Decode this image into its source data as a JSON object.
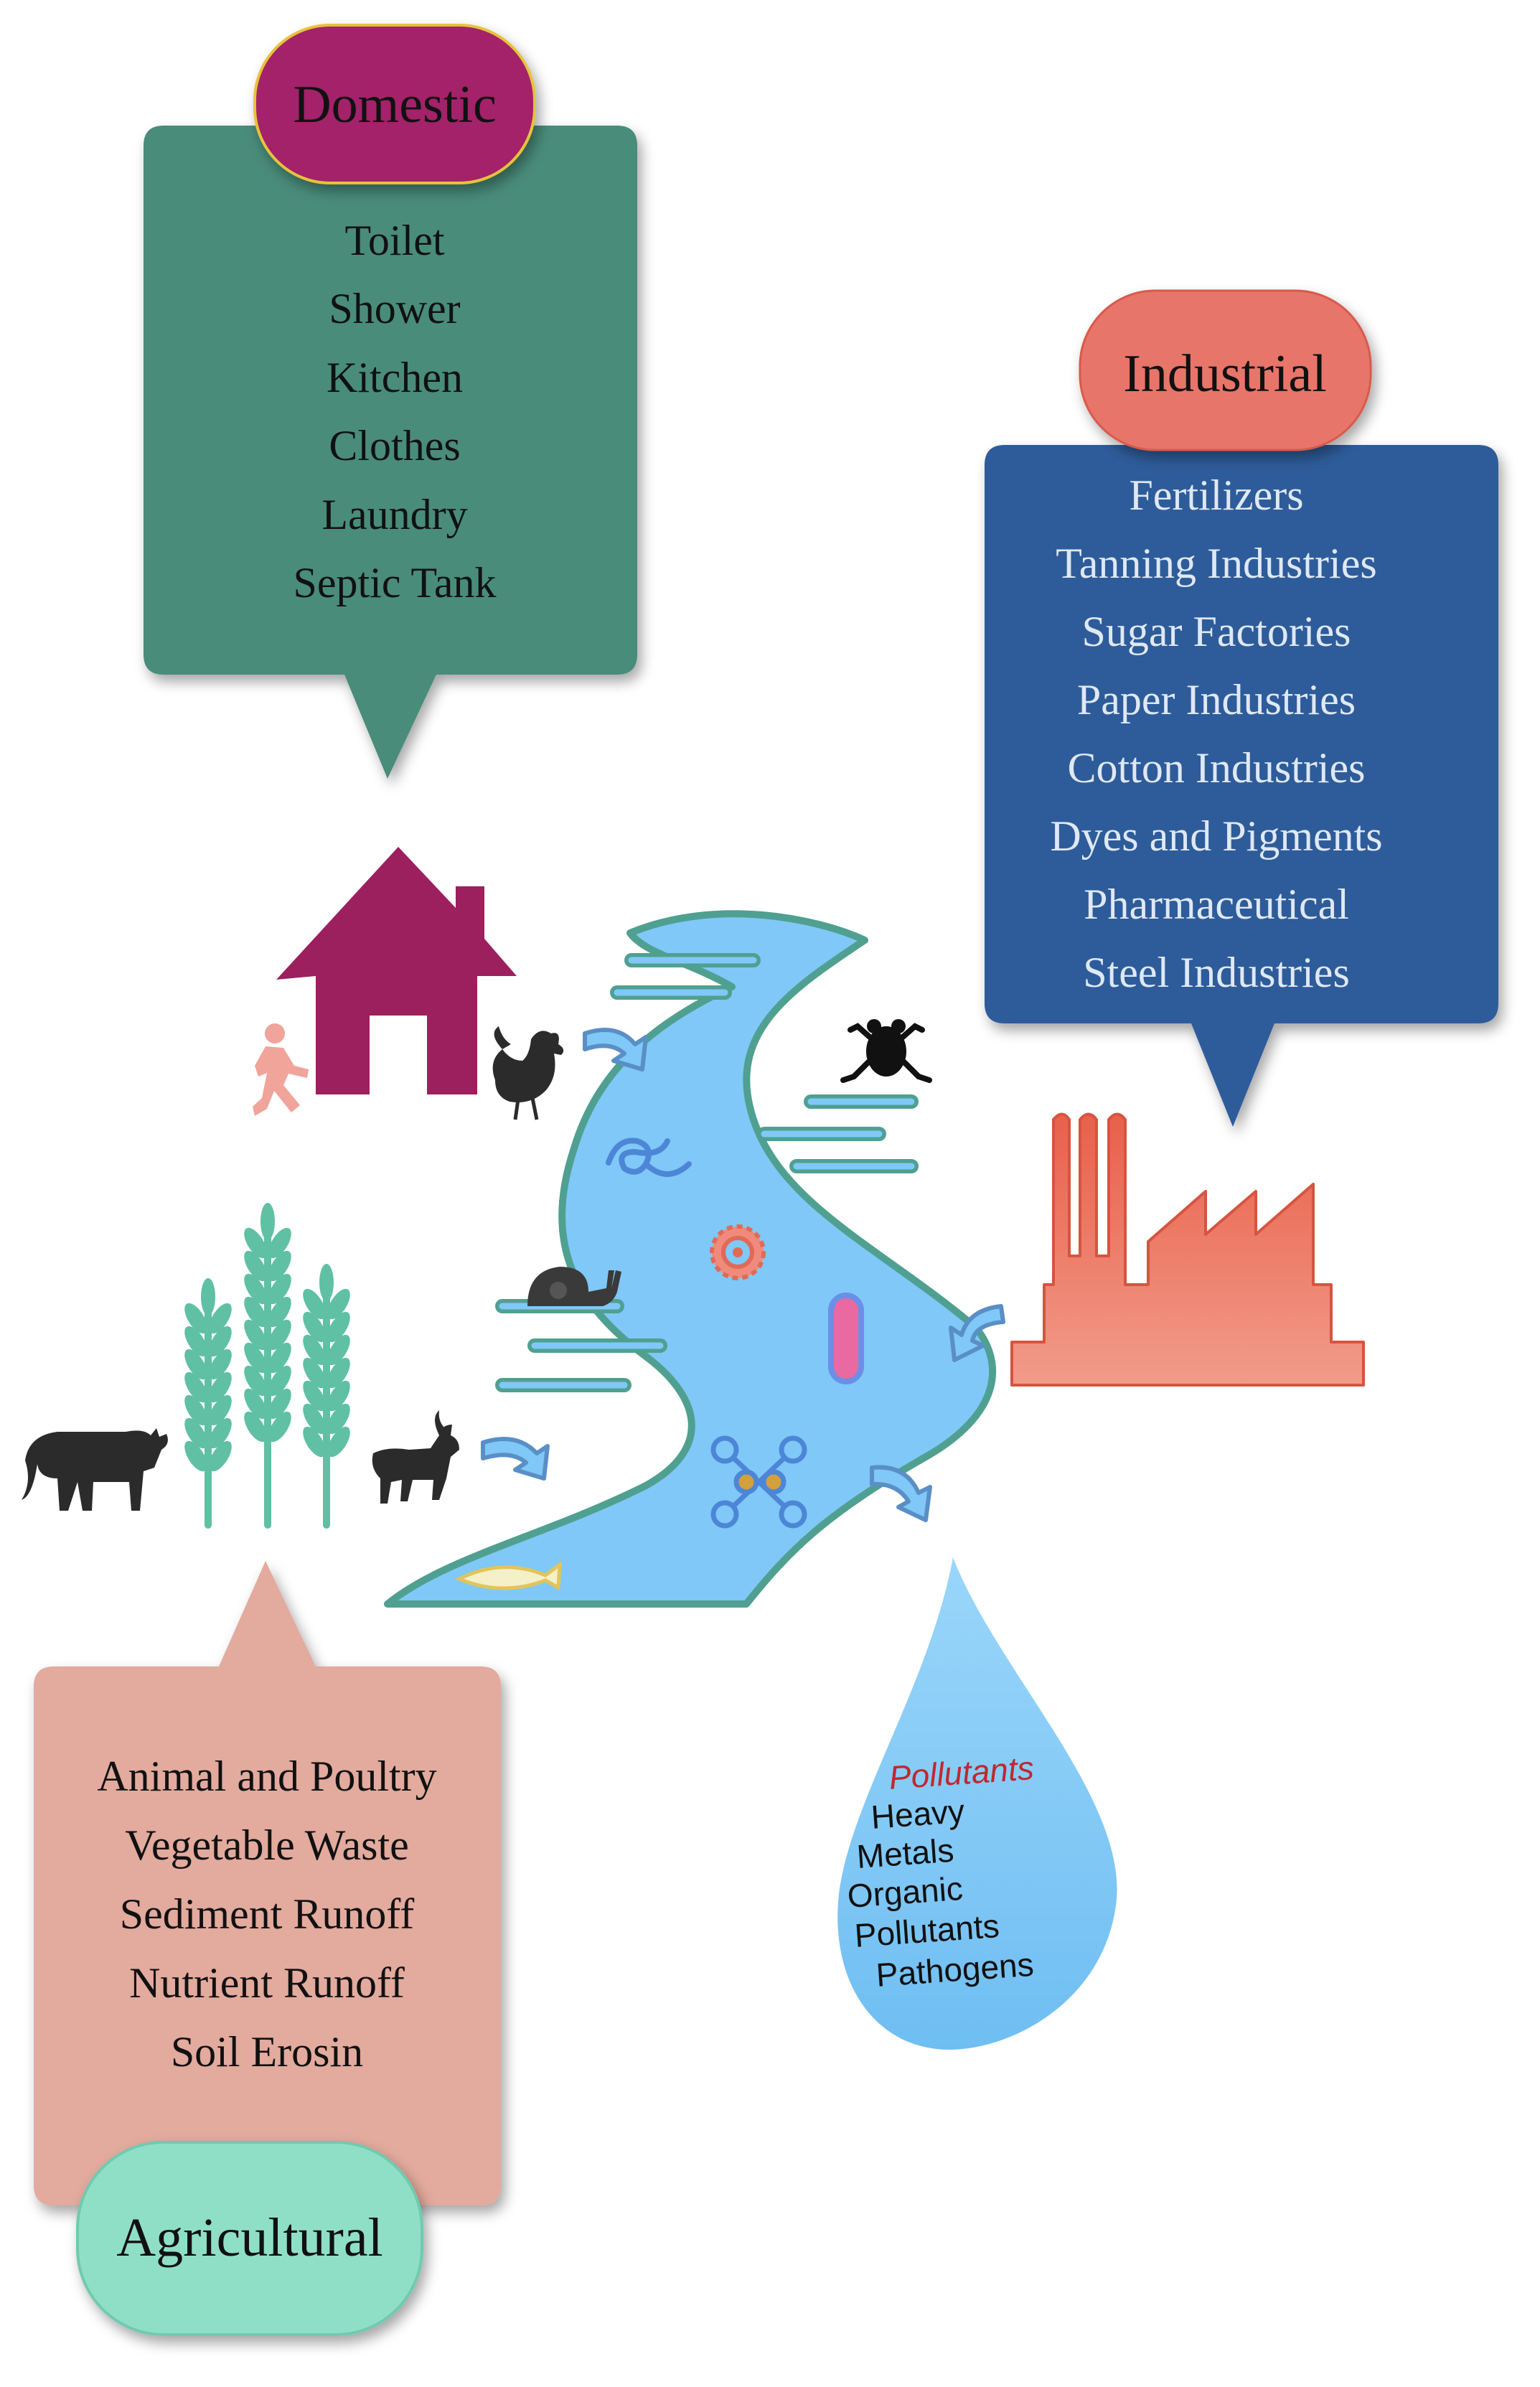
{
  "domestic": {
    "title": "Domestic",
    "items": [
      "Toilet",
      "Shower",
      "Kitchen",
      "Clothes",
      "Laundry",
      "Septic Tank"
    ]
  },
  "industrial": {
    "title": "Industrial",
    "items": [
      "Fertilizers",
      "Tanning Industries",
      "Sugar Factories",
      "Paper Industries",
      "Cotton Industries",
      "Dyes and Pigments",
      "Pharmaceutical",
      "Steel Industries"
    ]
  },
  "agricultural": {
    "title": "Agricultural",
    "items": [
      "Animal and Poultry",
      "Vegetable Waste",
      "Sediment Runoff",
      "Nutrient Runoff",
      "Soil Erosin"
    ]
  },
  "pollutants": {
    "title": "Pollutants",
    "lines": [
      "Heavy",
      "Metals",
      "Organic",
      "Pollutants",
      "Pathogens"
    ]
  },
  "colors": {
    "domestic_box": "#4a8c7a",
    "domestic_title": "#a3206a",
    "industrial_box": "#2e5b9a",
    "industrial_title": "#e8756a",
    "agricultural_box": "#e3aa9e",
    "agricultural_title": "#8fdfc6",
    "river": "#7fc8f8",
    "river_edge": "#4fa090",
    "factory": "#e8624e",
    "house": "#9c1f5e",
    "drop": "#7cc6f5",
    "pollutants_title": "#c0282e"
  }
}
